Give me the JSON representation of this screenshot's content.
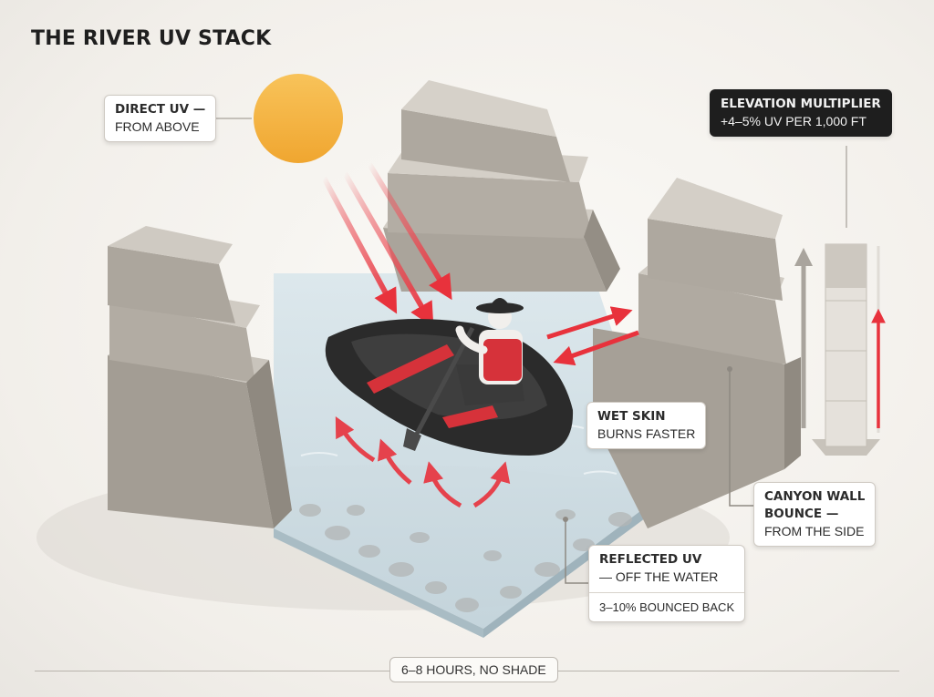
{
  "title": "THE RIVER UV STACK",
  "labels": {
    "direct": {
      "bold": "DIRECT UV —",
      "regular": "FROM ABOVE"
    },
    "elevation": {
      "bold": "ELEVATION MULTIPLIER",
      "regular": "+4–5% UV PER 1,000 FT"
    },
    "wet_skin": {
      "bold": "WET SKIN",
      "regular": "BURNS FASTER"
    },
    "canyon": {
      "bold1": "CANYON WALL",
      "bold2": "BOUNCE —",
      "regular": "FROM THE SIDE"
    },
    "reflected": {
      "bold": "REFLECTED UV",
      "regular": "— OFF THE WATER",
      "note": "3–10% BOUNCED BACK"
    }
  },
  "footer": "6–8 HOURS, NO SHADE",
  "colors": {
    "sun": "#f5b43c",
    "uv_arrow": "#e8323c",
    "rock": "#b7b1a8",
    "water": "#c9dbe3",
    "raft": "#2b2b2b",
    "vest": "#d6323a"
  }
}
